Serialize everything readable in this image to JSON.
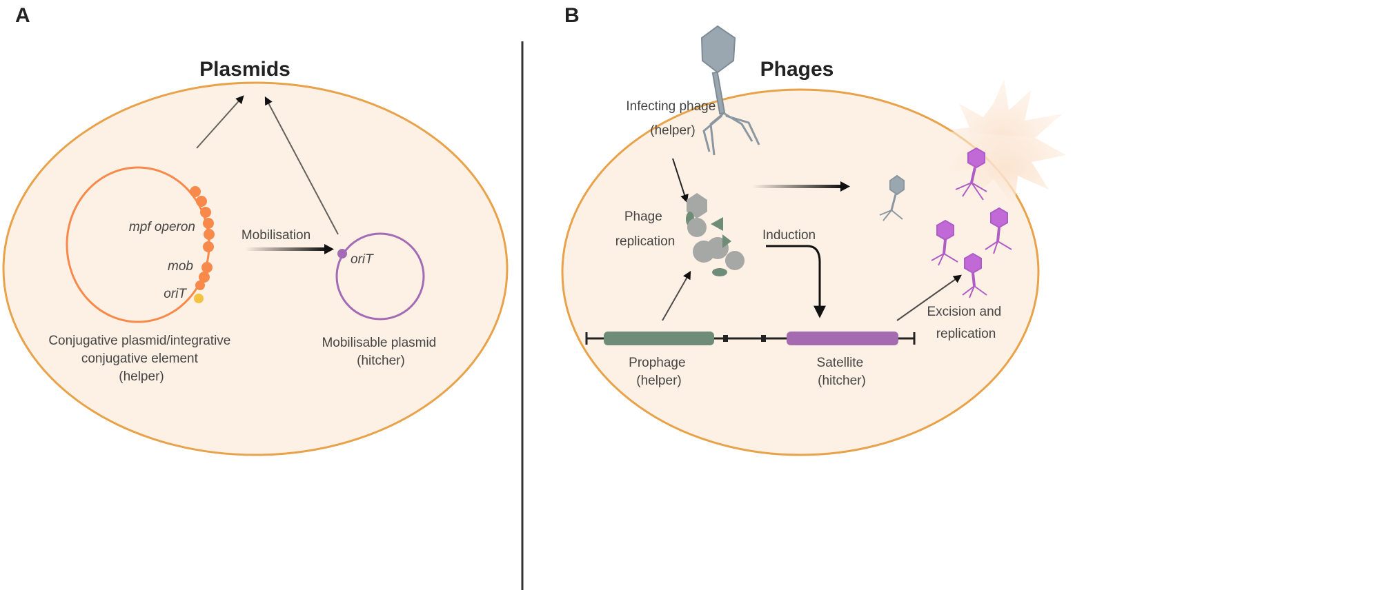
{
  "panel_a": {
    "letter": "A",
    "title": "Plasmids",
    "mpf_label": "mpf operon",
    "mob_label": "mob",
    "oriT_label": "oriT",
    "oriT_label_2": "oriT",
    "mobilisation": "Mobilisation",
    "conjugative_lines": [
      "Conjugative plasmid/integrative",
      "conjugative element",
      "(helper)"
    ],
    "mobilisable_lines": [
      "Mobilisable plasmid",
      "(hitcher)"
    ]
  },
  "panel_b": {
    "letter": "B",
    "title": "Phages",
    "infecting_lines": [
      "Infecting phage",
      "(helper)"
    ],
    "replication_lines": [
      "Phage",
      "replication"
    ],
    "induction": "Induction",
    "prophage_lines": [
      "Prophage",
      "(helper)"
    ],
    "satellite_lines": [
      "Satellite",
      "(hitcher)"
    ],
    "excision_lines": [
      "Excision and",
      "replication"
    ]
  },
  "colors": {
    "cell_fill": "#fdf0e4",
    "cell_border": "#e8a24a",
    "plasmid": "#f7894a",
    "orit": "#f5c242",
    "mobilisable": "#a36bb5",
    "prophage": "#6e8c78",
    "satellite": "#a46bb0",
    "hitcher_phage": "#c169d6",
    "helper_phage": "#9aa7b0"
  }
}
